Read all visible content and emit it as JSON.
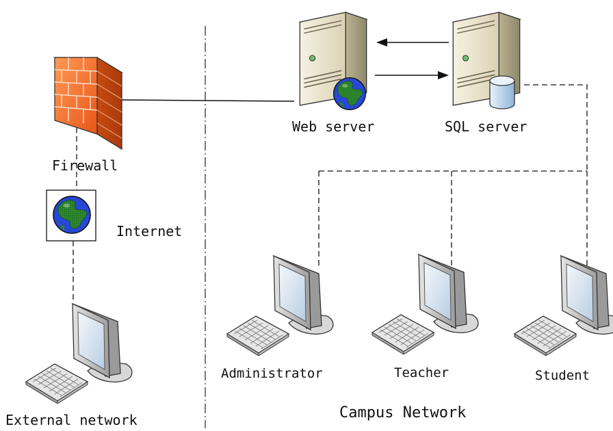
{
  "nodes": {
    "firewall": {
      "label": "Firewall"
    },
    "internet": {
      "label": "Internet"
    },
    "web_server": {
      "label": "Web server"
    },
    "sql_server": {
      "label": "SQL server"
    },
    "external_pc": {
      "label": "External network"
    },
    "admin_pc": {
      "label": "Administrator"
    },
    "teacher_pc": {
      "label": "Teacher"
    },
    "student_pc": {
      "label": "Student"
    }
  },
  "zones": {
    "campus": {
      "label": "Campus Network"
    }
  },
  "colors": {
    "firewall": "#f26522",
    "globe_land": "#2e8b2e",
    "globe_sea": "#2747d4",
    "server_body": "#efe9d2",
    "screen": "#dce8f4"
  },
  "icons": {
    "firewall": "brick-wall-icon",
    "internet": "globe-icon",
    "server": "server-tower-icon",
    "database": "database-cylinder-icon",
    "workstation": "desktop-computer-icon"
  }
}
